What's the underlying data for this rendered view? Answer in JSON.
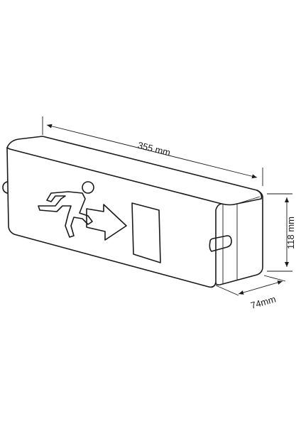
{
  "dimensions": {
    "length": "355 mm",
    "height": "118 mm",
    "depth": "74mm"
  },
  "colors": {
    "line": "#1a1a1a",
    "background": "#ffffff"
  },
  "icons": {
    "running_man": "running-man-icon",
    "arrow": "arrow-right-icon"
  }
}
